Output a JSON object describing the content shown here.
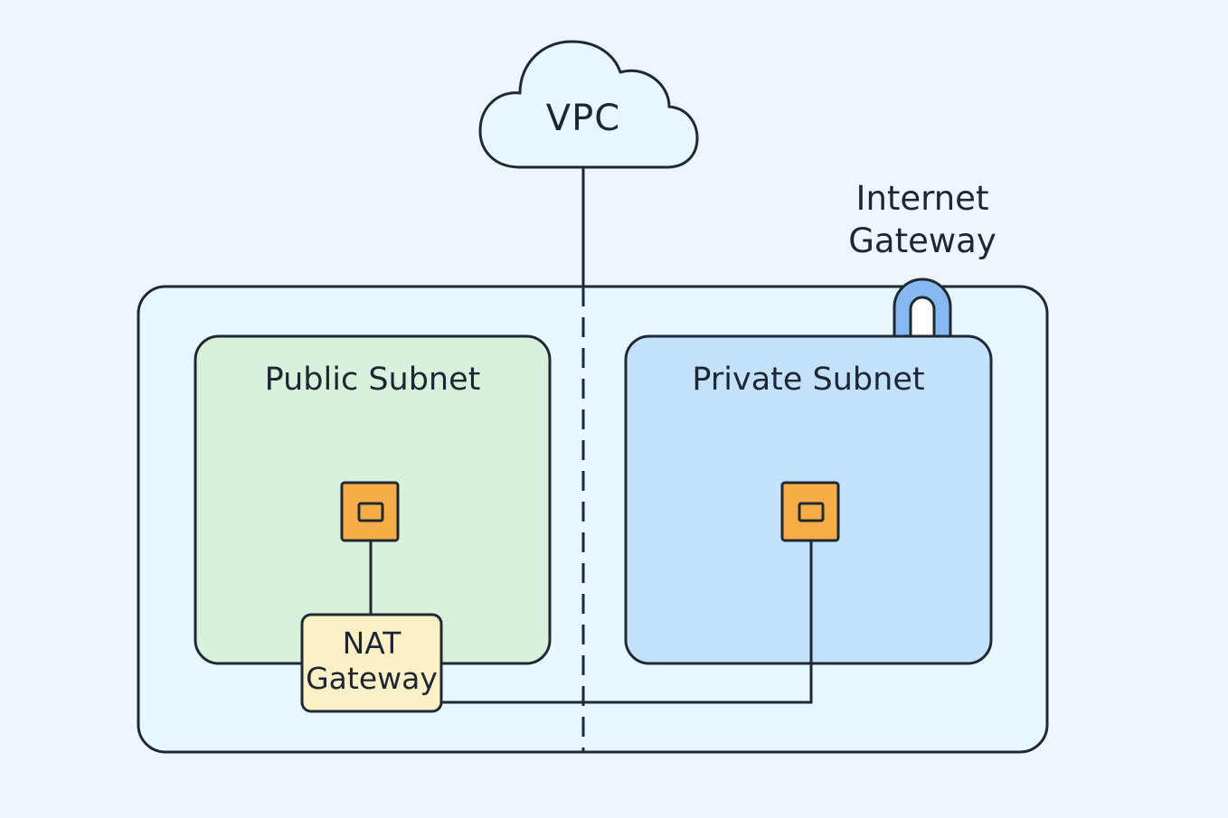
{
  "diagram": {
    "vpc": {
      "label": "VPC"
    },
    "internet_gateway": {
      "line1": "Internet",
      "line2": "Gateway"
    },
    "public_subnet": {
      "label": "Public Subnet"
    },
    "private_subnet": {
      "label": "Private Subnet"
    },
    "nat_gateway": {
      "line1": "NAT",
      "line2": "Gateway"
    }
  },
  "colors": {
    "background": "#eef5fd",
    "vpc_container": "#e8f6fd",
    "public_subnet": "#d8f1dc",
    "private_subnet": "#c4e1fb",
    "instance": "#f7ad45",
    "nat_gateway": "#fdf0c6",
    "internet_gateway": "#86b9f2",
    "stroke": "#1f2933"
  }
}
